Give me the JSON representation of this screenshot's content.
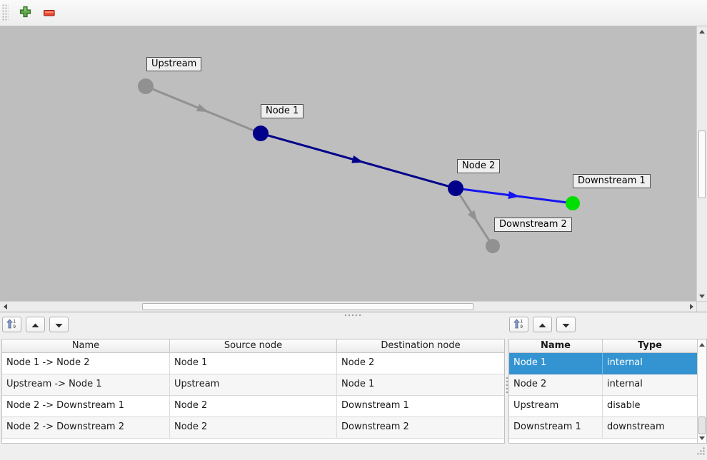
{
  "colors": {
    "selection": "#3494d2",
    "canvas_background": "#bebebe",
    "node_gray": "#919191",
    "node_navy": "#00008b",
    "node_green": "#00e000",
    "edge_bright_blue": "#1414f0"
  },
  "main_toolbar": {
    "buttons": [
      {
        "name": "add",
        "icon": "plus-icon"
      },
      {
        "name": "remove",
        "icon": "minus-icon"
      }
    ]
  },
  "graph": {
    "nodes": [
      {
        "label": "Upstream",
        "color": "#919191"
      },
      {
        "label": "Node 1",
        "color": "#00008b"
      },
      {
        "label": "Node 2",
        "color": "#00008b"
      },
      {
        "label": "Downstream 1",
        "color": "#00e000"
      },
      {
        "label": "Downstream 2",
        "color": "#919191"
      }
    ],
    "edges": [
      {
        "name": "Upstream -> Node 1",
        "color": "#919191"
      },
      {
        "name": "Node 1 -> Node 2",
        "color": "#00008b"
      },
      {
        "name": "Node 2 -> Downstream 1",
        "color": "#1414f0"
      },
      {
        "name": "Node 2 -> Downstream 2",
        "color": "#919191"
      }
    ]
  },
  "edges_panel": {
    "toolbar_icons": [
      "sort-ascending-icon",
      "up-triangle-icon",
      "down-triangle-icon"
    ],
    "headers": [
      "Name",
      "Source node",
      "Destination node"
    ],
    "rows": [
      [
        "Node 1 -> Node 2",
        "Node 1",
        "Node 2"
      ],
      [
        "Upstream -> Node 1",
        "Upstream",
        "Node 1"
      ],
      [
        "Node 2 -> Downstream 1",
        "Node 2",
        "Downstream 1"
      ],
      [
        "Node 2 -> Downstream 2",
        "Node 2",
        "Downstream 2"
      ]
    ]
  },
  "nodes_panel": {
    "toolbar_icons": [
      "sort-ascending-icon",
      "up-triangle-icon",
      "down-triangle-icon"
    ],
    "headers": [
      "Name",
      "Type"
    ],
    "rows": [
      [
        "Node 1",
        "internal"
      ],
      [
        "Node 2",
        "internal"
      ],
      [
        "Upstream",
        "disable"
      ],
      [
        "Downstream 1",
        "downstream"
      ]
    ],
    "selected_row_index": 0
  }
}
